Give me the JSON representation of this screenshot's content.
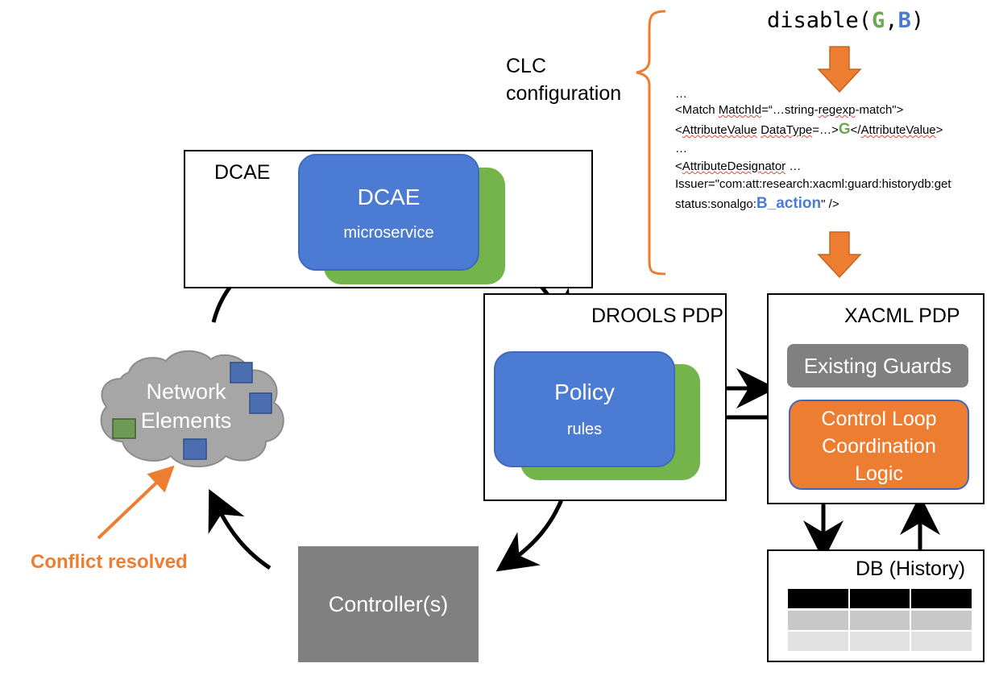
{
  "clc": {
    "command_prefix": "disable(",
    "command_g": "G",
    "command_sep": ",",
    "command_b": "B",
    "command_suffix": ")",
    "label_line1": "CLC",
    "label_line2": "configuration",
    "xml": {
      "line1": "…",
      "line2_a": "<Match ",
      "line2_b": "MatchId",
      "line2_c": "=“…string-",
      "line2_d": "regexp",
      "line2_e": "-match\">",
      "line3_a": "<",
      "line3_b": "AttributeValue",
      "line3_c": " ",
      "line3_d": "DataType",
      "line3_e": "=…>",
      "line3_g": "G",
      "line3_f": "</",
      "line3_h": "AttributeValue",
      "line3_i": ">",
      "line4": "…",
      "line5_a": "<",
      "line5_b": "AttributeDesignator",
      "line5_c": " …",
      "line6": "Issuer=\"com:att:research:xacml:guard:historydb:get",
      "line7_a": "status:sonalgo:",
      "line7_b": "B_action",
      "line7_c": "\" />"
    }
  },
  "dcae": {
    "container_label": "DCAE",
    "title": "DCAE",
    "subtitle": "microservice"
  },
  "drools": {
    "container_label": "DROOLS PDP",
    "title": "Policy",
    "subtitle": "rules"
  },
  "xacml": {
    "container_label": "XACML PDP",
    "existing_guards": "Existing Guards",
    "clc_logic_line1": "Control Loop",
    "clc_logic_line2": "Coordination",
    "clc_logic_line3": "Logic"
  },
  "db": {
    "label": "DB (History)",
    "rows": 3,
    "cols": 3
  },
  "network": {
    "line1": "Network",
    "line2": "Elements"
  },
  "controller": {
    "label": "Controller(s)"
  },
  "conflict": {
    "label": "Conflict resolved"
  },
  "colors": {
    "blue": "#4c7bd4",
    "green": "#73b54b",
    "orange": "#ed7d31",
    "gray": "#808080",
    "cloud": "#a6a6a6"
  }
}
